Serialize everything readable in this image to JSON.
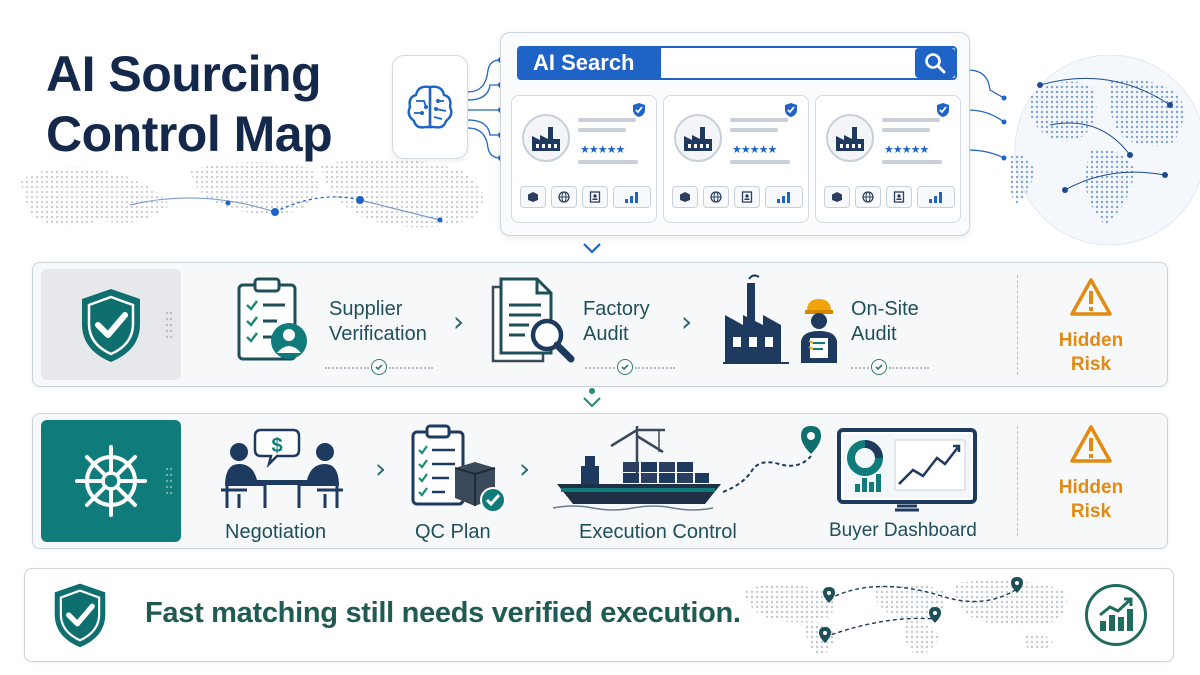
{
  "title": {
    "line1": "AI Sourcing",
    "line2": "Control Map"
  },
  "search": {
    "label": "AI Search",
    "button_icon": "magnifier-icon"
  },
  "supplier_cards": [
    {
      "icons": [
        "package-icon",
        "globe-icon",
        "id-badge-icon",
        "bar-chart-icon"
      ],
      "rating": "★★★★★",
      "verified": true
    },
    {
      "icons": [
        "package-icon",
        "globe-icon",
        "id-badge-icon",
        "bar-chart-icon"
      ],
      "rating": "★★★★★",
      "verified": true
    },
    {
      "icons": [
        "package-icon",
        "globe-icon",
        "id-badge-icon",
        "bar-chart-icon"
      ],
      "rating": "★★★★★",
      "verified": true
    }
  ],
  "verification_row": {
    "lead_icon": "shield-check-icon",
    "steps": [
      {
        "label_line1": "Supplier",
        "label_line2": "Verification",
        "icon": "clipboard-user-icon"
      },
      {
        "label_line1": "Factory",
        "label_line2": "Audit",
        "icon": "document-search-icon"
      },
      {
        "label_line1": "On-Site",
        "label_line2": "Audit",
        "icon": "factory-inspector-icon"
      }
    ],
    "risk": {
      "line1": "Hidden",
      "line2": "Risk"
    }
  },
  "execution_row": {
    "lead_icon": "ship-wheel-icon",
    "steps": [
      {
        "label": "Negotiation",
        "icon": "negotiation-icon"
      },
      {
        "label": "QC Plan",
        "icon": "qc-checklist-icon"
      },
      {
        "label": "Execution Control",
        "icon": "cargo-ship-icon"
      },
      {
        "label": "Buyer Dashboard",
        "icon": "dashboard-monitor-icon"
      }
    ],
    "risk": {
      "line1": "Hidden",
      "line2": "Risk"
    }
  },
  "banner": {
    "text": "Fast matching still needs verified execution.",
    "icon": "growth-chart-icon"
  },
  "colors": {
    "navy": "#14284b",
    "blue": "#1e63c5",
    "teal": "#0f7b7b",
    "dark_teal": "#1f5b52",
    "warning": "#e38a12"
  }
}
